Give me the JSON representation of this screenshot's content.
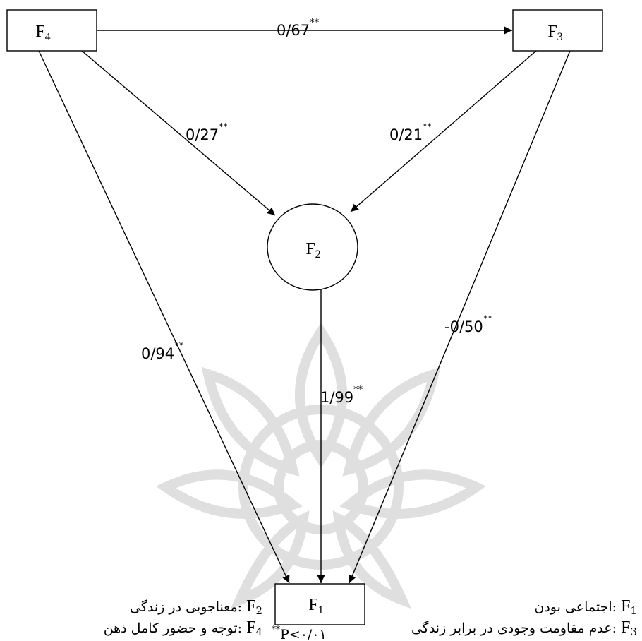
{
  "nodes": {
    "f4": {
      "main": "F",
      "sub": "4"
    },
    "f3": {
      "main": "F",
      "sub": "3"
    },
    "f2": {
      "main": "F",
      "sub": "2"
    },
    "f1": {
      "main": "F",
      "sub": "1"
    }
  },
  "edges": {
    "f4_f3": "0/67",
    "f4_f2": "0/27",
    "f3_f2": "0/21",
    "f4_f1": "0/94",
    "f2_f1": "1/99",
    "f3_f1": "-0/50",
    "significance_mark": "**"
  },
  "legend": {
    "f1": {
      "text": "اجتماعی بودن:",
      "sub": "1"
    },
    "f3": {
      "text": "عدم مقاومت وجودی در برابر زندگی:",
      "sub": "3"
    },
    "f2": {
      "text": "معناجویی در زندگی:",
      "sub": "2"
    },
    "f4": {
      "text": "توجه و حضور کامل ذهن:",
      "sub": "4"
    },
    "sig_mark": "**",
    "sig_text": "P<۰/۰۱"
  },
  "colors": {
    "line": "#000000",
    "watermark": "#d9d9d9",
    "background": "#ffffff"
  }
}
